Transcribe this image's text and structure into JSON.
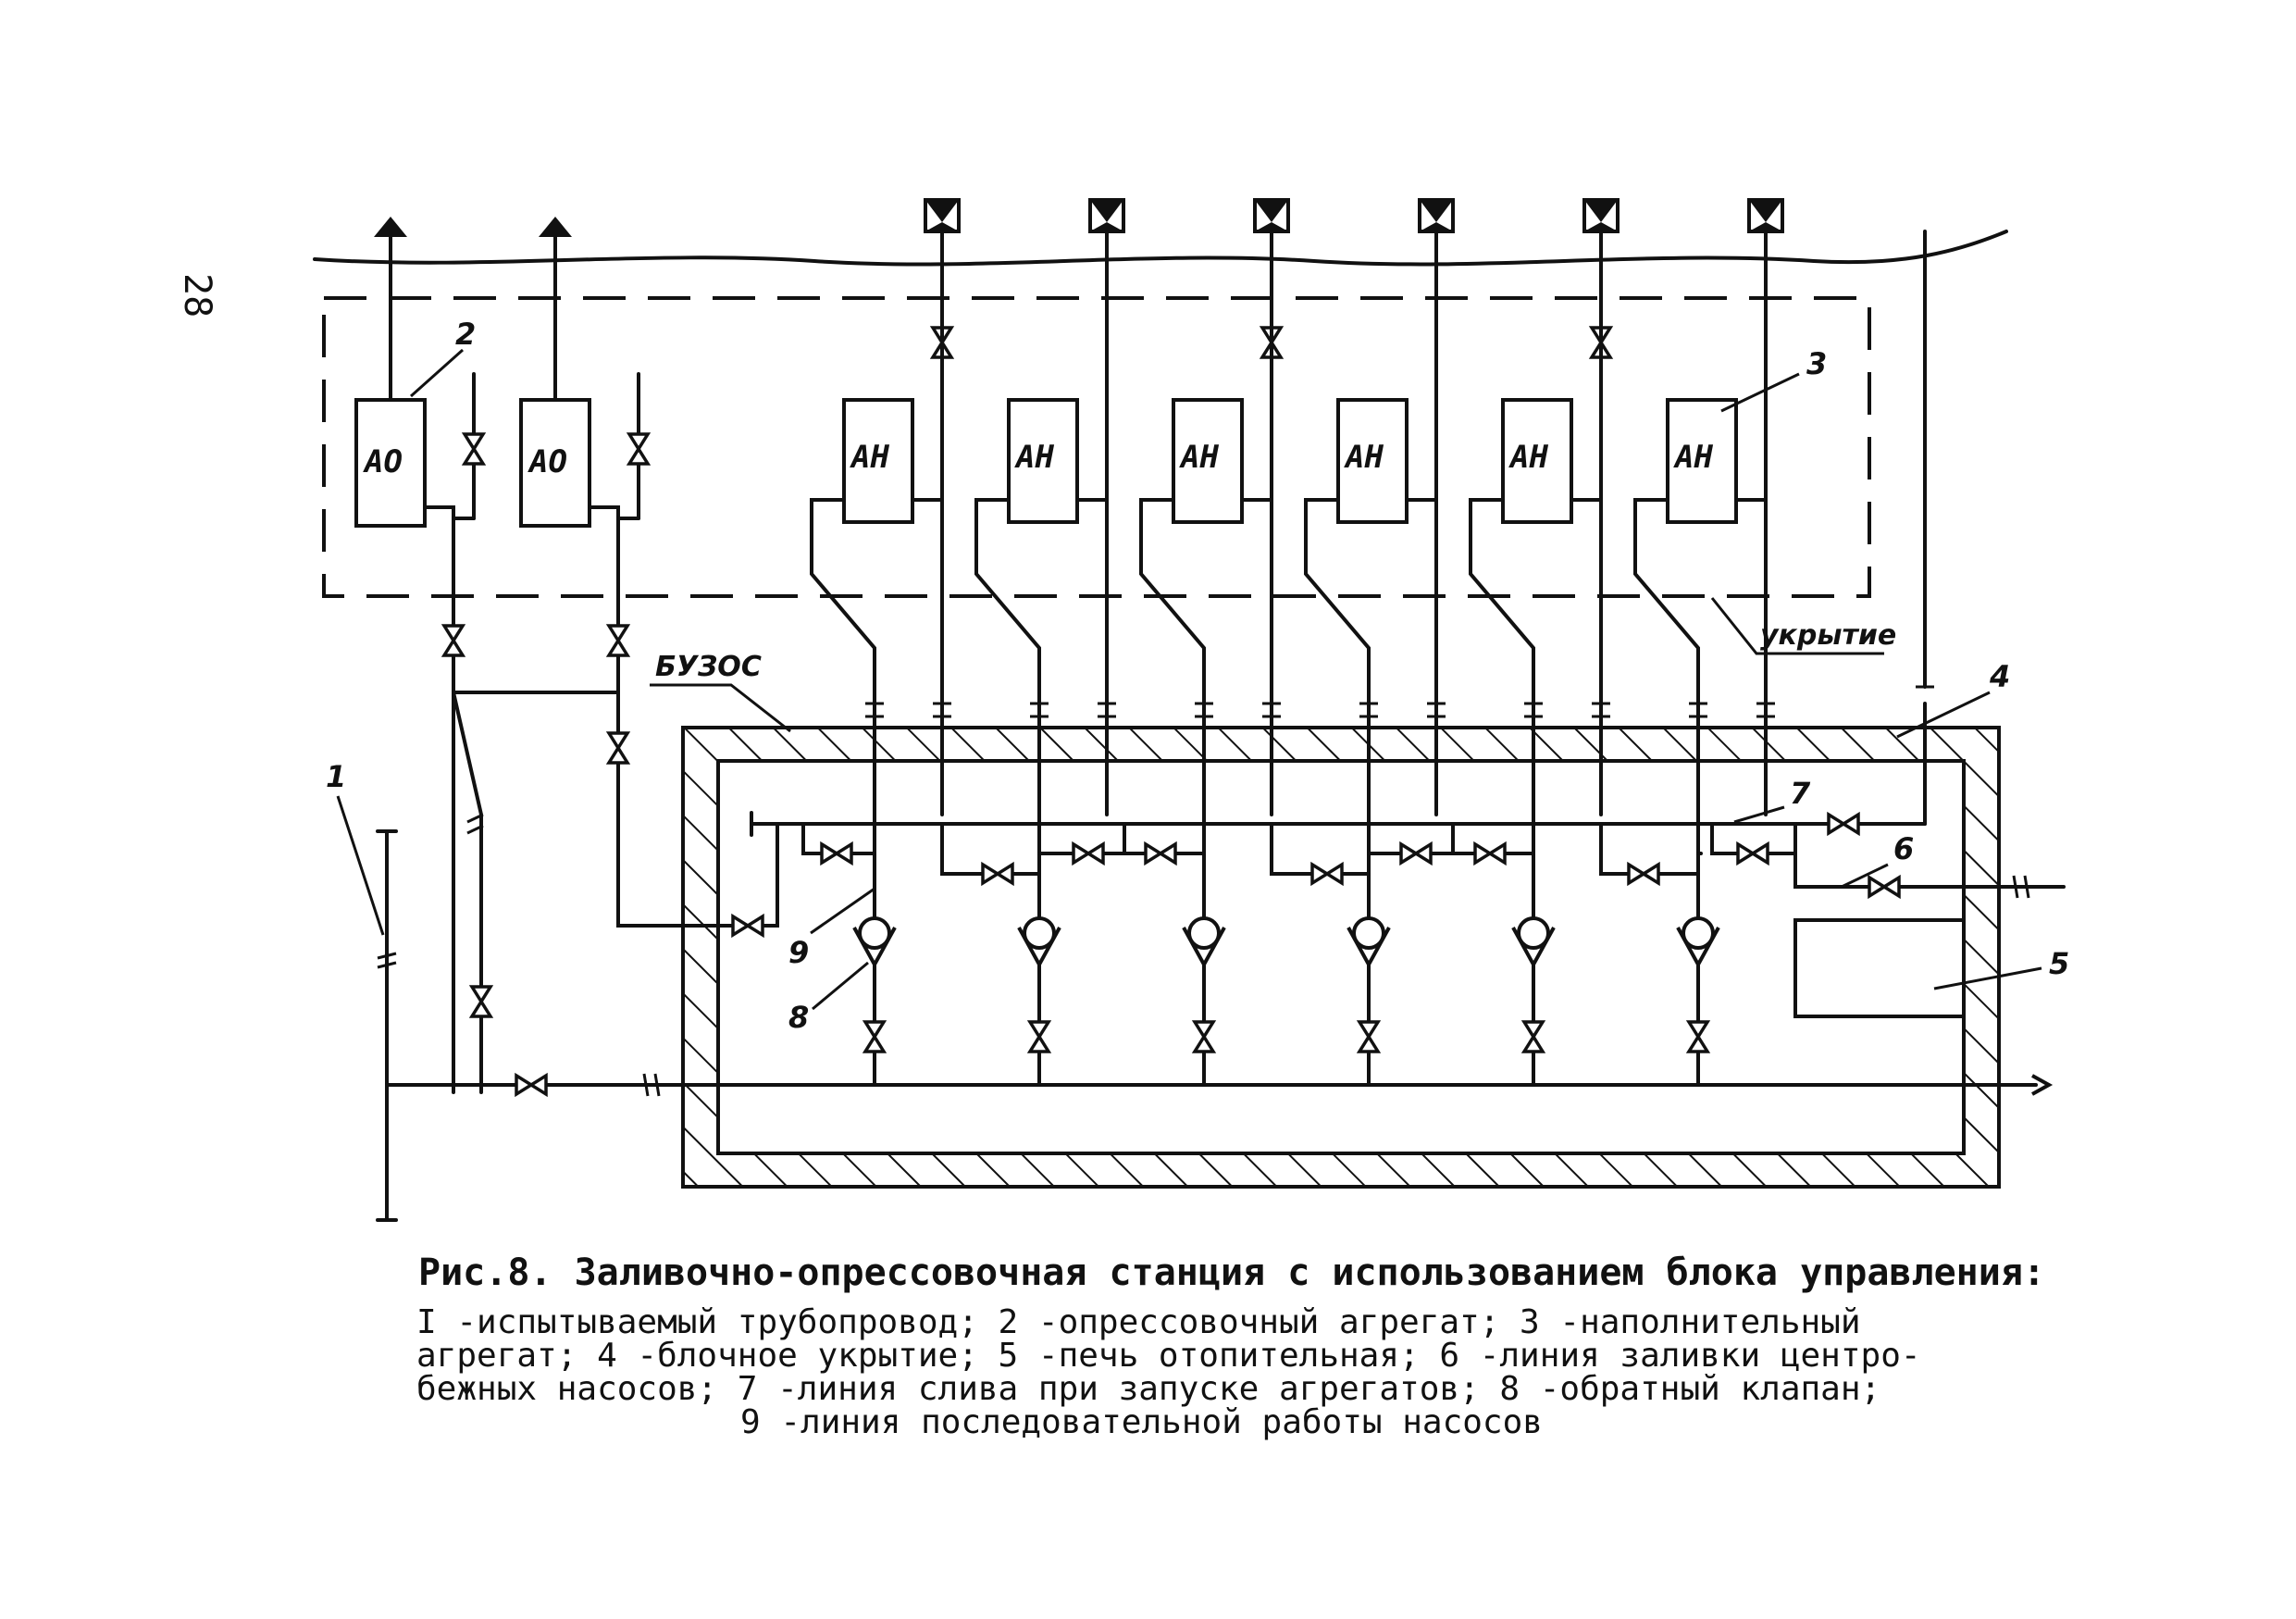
{
  "page_number": "28",
  "labels": {
    "ao": "АО",
    "an": "АН",
    "cover": "укрытие",
    "buzos": "БУЗОС"
  },
  "numbers": {
    "n1": "1",
    "n2": "2",
    "n3": "3",
    "n4": "4",
    "n5": "5",
    "n6": "6",
    "n7": "7",
    "n8": "8",
    "n9": "9"
  },
  "caption": {
    "title": "Рис.8. Заливочно-опрессовочная станция с использованием блока управления:",
    "lines": [
      "I -испытываемый трубопровод; 2 -опрессовочный агрегат; 3 -наполнительный",
      "агрегат; 4 -блочное укрытие; 5 -печь отопительная; 6 -линия заливки центро-",
      "бежных насосов; 7 -линия слива при запуске агрегатов; 8 -обратный клапан;",
      "9 -линия последовательной работы насосов"
    ]
  },
  "colors": {
    "ink": "#111111",
    "paper": "#ffffff"
  }
}
